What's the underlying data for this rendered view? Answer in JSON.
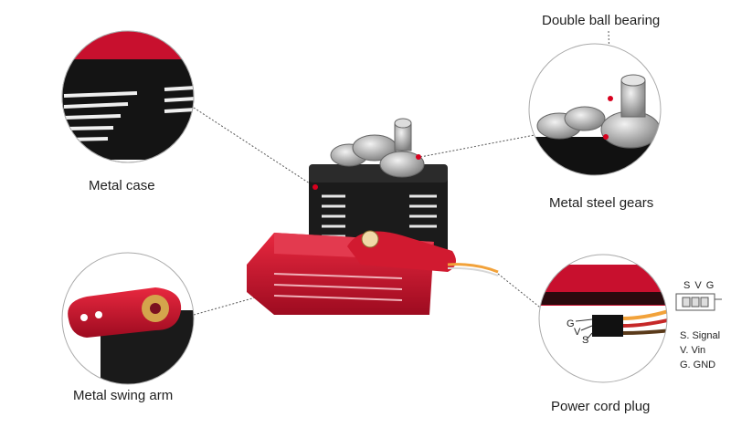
{
  "callouts": {
    "metal_case": "Metal case",
    "double_ball_bearing": "Double ball bearing",
    "metal_steel_gears": "Metal steel gears",
    "metal_swing_arm": "Metal swing arm",
    "power_cord_plug": "Power cord plug"
  },
  "connector": {
    "header": "S V G",
    "wire_letters": {
      "g": "G",
      "v": "V",
      "s": "S"
    },
    "legend": [
      "S. Signal",
      "V. Vin",
      "G. GND"
    ]
  },
  "colors": {
    "servo_red": "#c8102e",
    "case_black": "#1b1b1b",
    "gear_silver": "#a9a9a9",
    "leader_line": "#555555"
  }
}
